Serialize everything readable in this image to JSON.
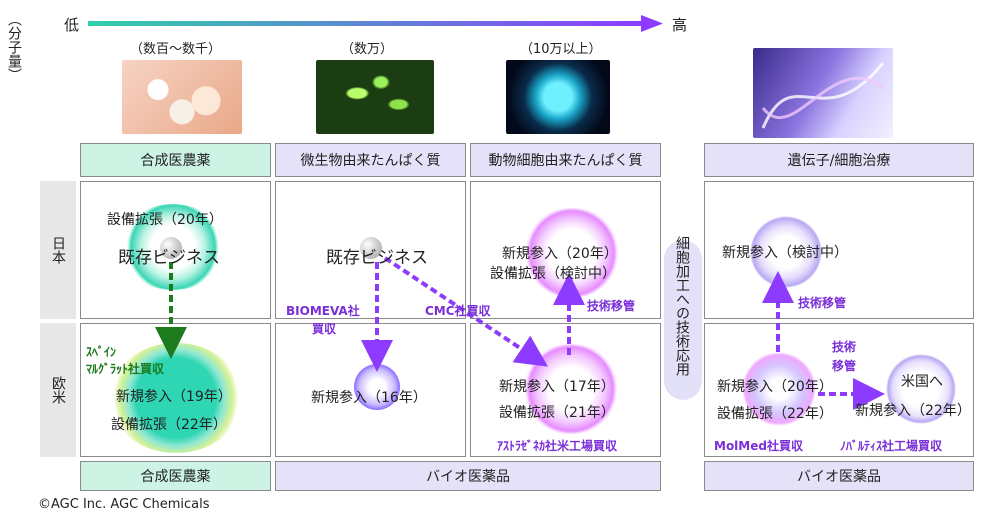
{
  "axis": {
    "label": "（分子量）",
    "low": "低",
    "high": "高"
  },
  "scale": {
    "c1": "（数百～数千）",
    "c2": "（数万）",
    "c3": "（10万以上）"
  },
  "icons": {
    "i1": "pills-icon",
    "i2": "bacteria-icon",
    "i3": "animal-cell-icon",
    "i4": "dna-icon"
  },
  "headers": {
    "h1": "合成医農薬",
    "h2": "微生物由来たんぱく質",
    "h3": "動物細胞由来たんぱく質",
    "h4": "遺伝子/細胞治療"
  },
  "rows": {
    "japan": "日本",
    "west": "欧米"
  },
  "middle_label": "細胞加工への技術応用",
  "cells": {
    "c1_jp": {
      "l1": "設備拡張（20年）",
      "l2": "既存ビジネス"
    },
    "c1_west": {
      "l1": "新規参入（19年）",
      "l2": "設備拡張（22年）"
    },
    "c2_jp": "既存ビジネス",
    "c2_west": "新規参入（16年）",
    "c3_jp": {
      "l1": "新規参入（20年）",
      "l2": "設備拡張（検討中）"
    },
    "c3_west": {
      "l1": "新規参入（17年）",
      "l2": "設備拡張（21年）"
    },
    "c4_jp": "新規参入（検討中）",
    "c4_west": {
      "l1": "新規参入（20年）",
      "l2": "設備拡張（22年）"
    },
    "c4_us": {
      "l1": "米国へ",
      "l2": "新規参入（22年）"
    }
  },
  "events": {
    "spain": {
      "l1": "ｽﾍﾟｲﾝ",
      "l2": "ﾏﾙｸﾞﾗｯﾄ社買収"
    },
    "biomeva": {
      "l1": "BIOMEVA社",
      "l2": "買収"
    },
    "cmc": "CMC社買収",
    "transfer1": "技術移管",
    "az": "ｱｽﾄﾗｾﾞﾈｶ社米工場買収",
    "transfer2": "技術移管",
    "transfer3": {
      "l1": "技術",
      "l2": "移管"
    },
    "molmed": "MolMed社買収",
    "novartis": "ﾉﾊﾞﾙﾃｨｽ社工場買収"
  },
  "footers": {
    "f1": "合成医農薬",
    "f2": "バイオ医薬品",
    "f3": "バイオ医薬品"
  },
  "copyright": "©AGC Inc. AGC Chemicals",
  "colors": {
    "arrow": "#8d3cff",
    "green": "#1d7a1d",
    "header_green": "#cdf3e5",
    "header_lavender": "#e4e1f8"
  }
}
